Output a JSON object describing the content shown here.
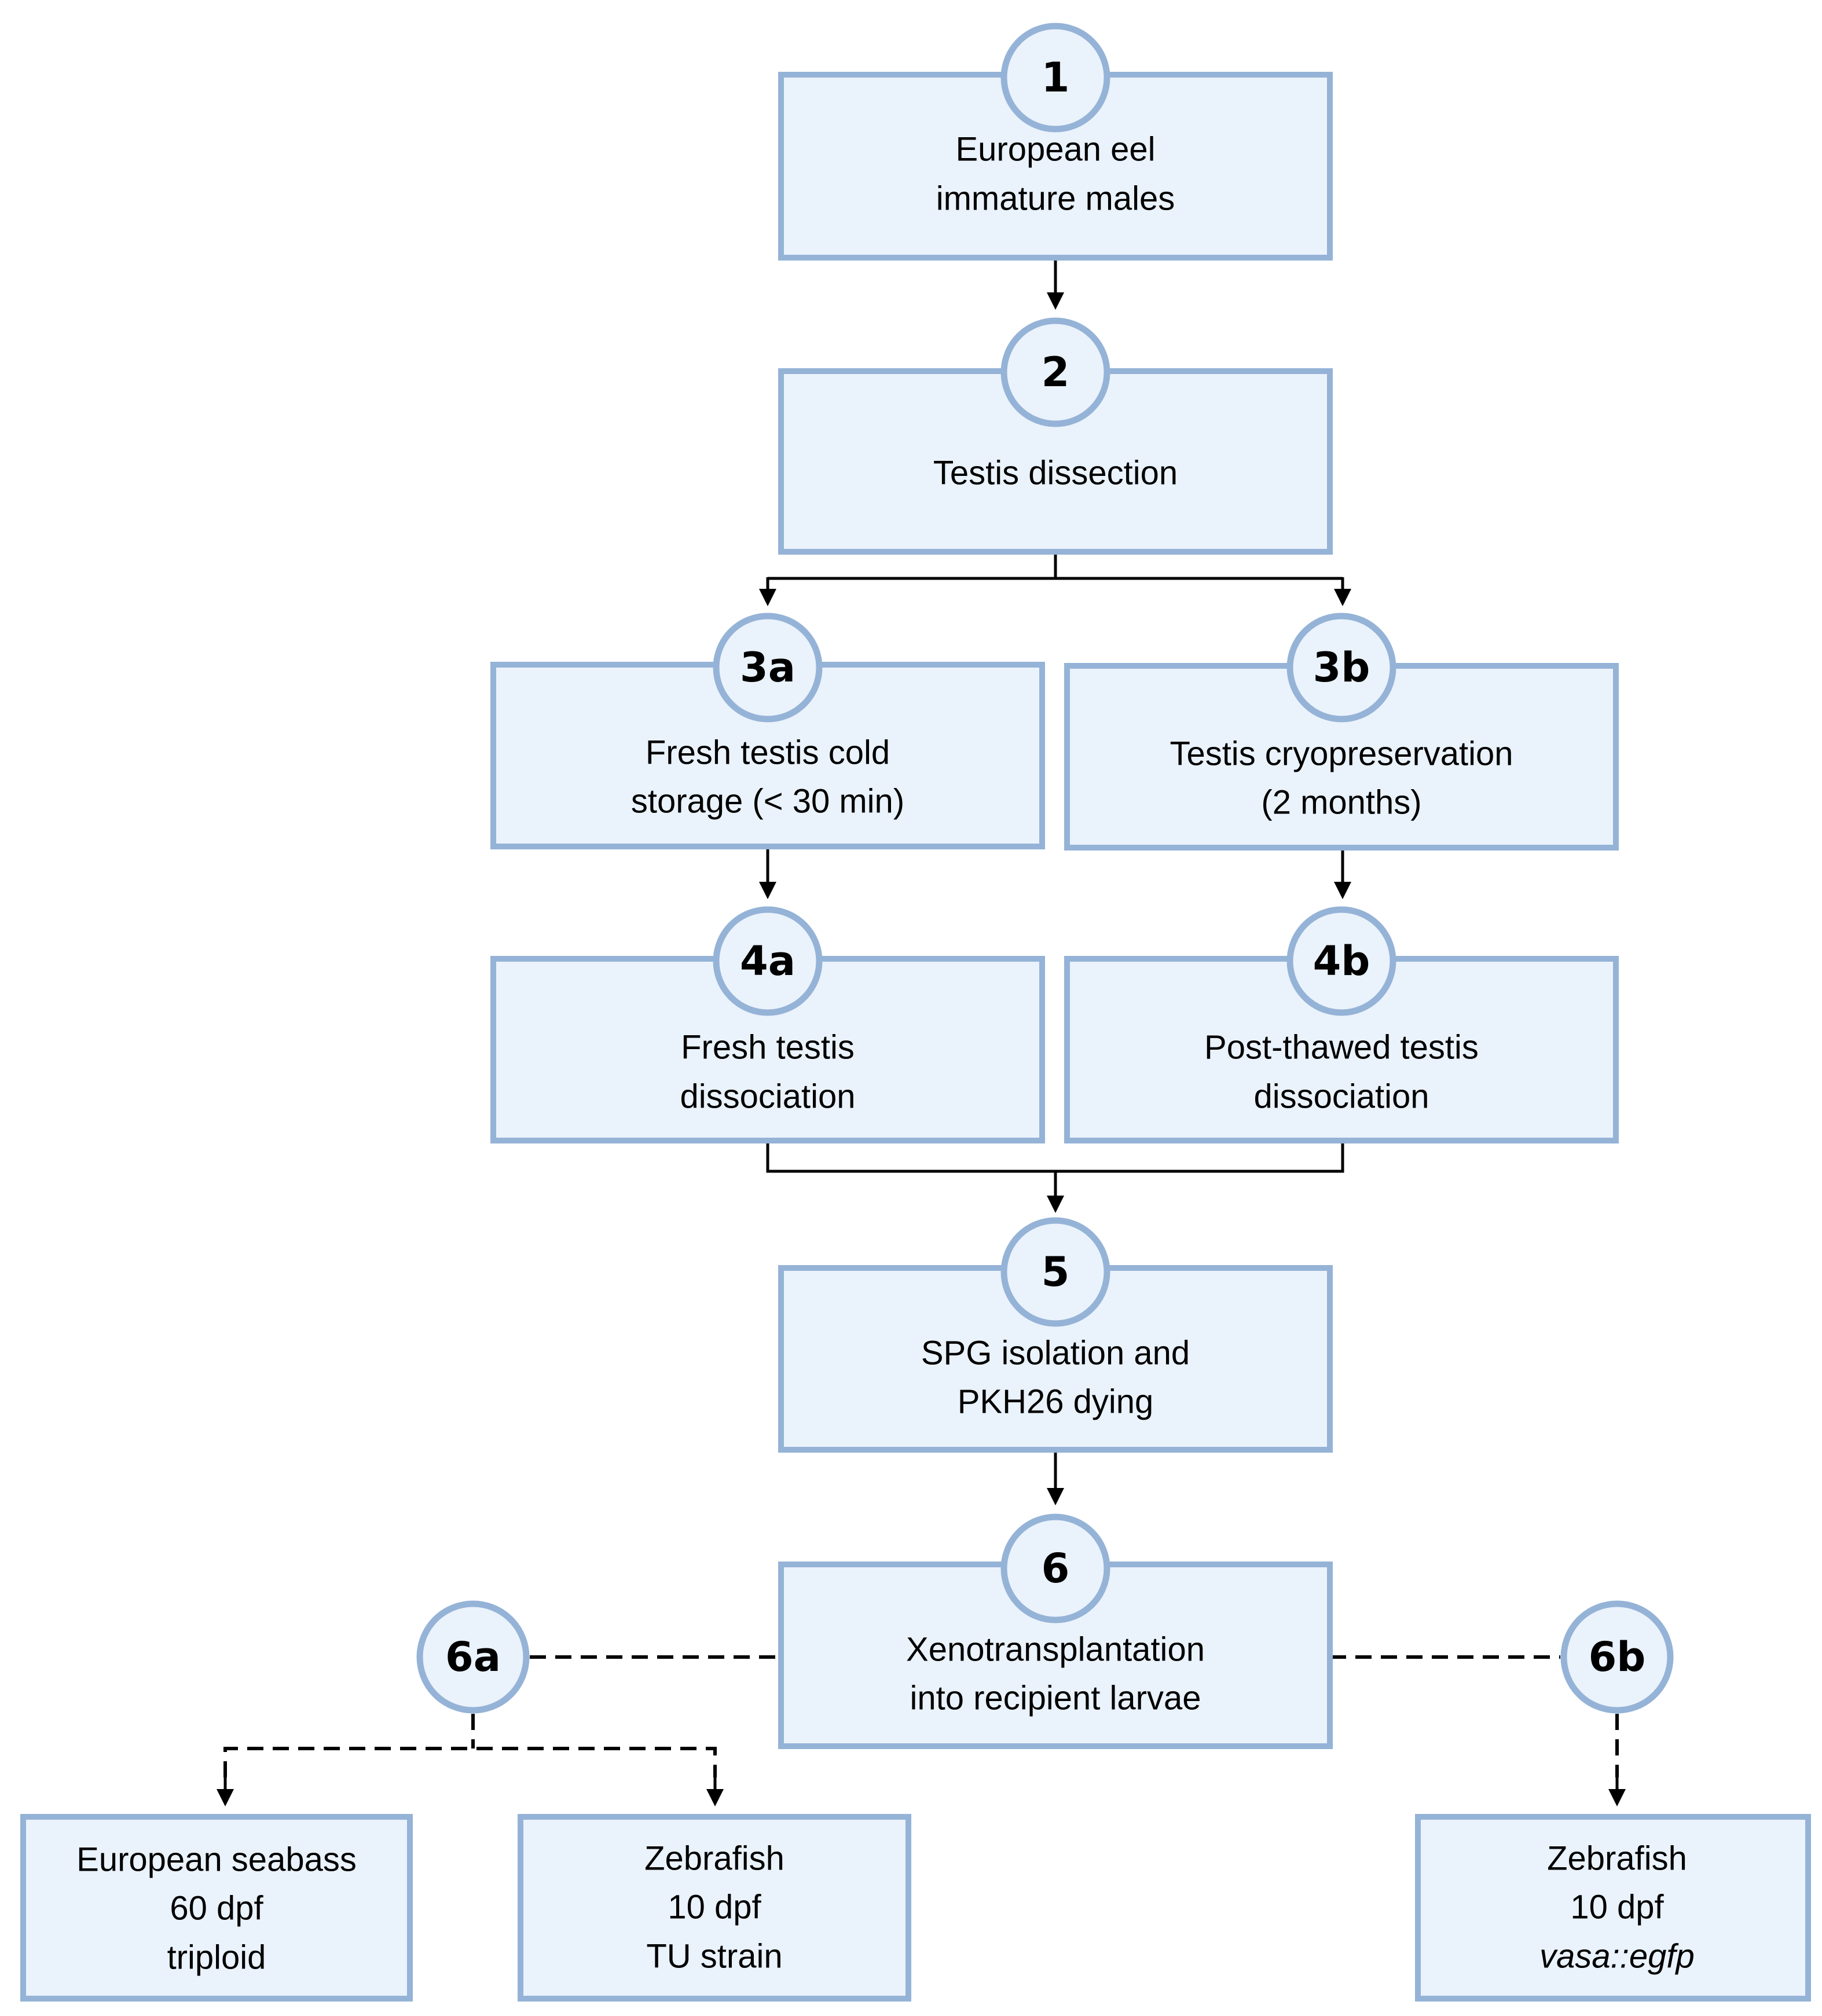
{
  "colors": {
    "box_fill": "#eaf2fb",
    "box_border": "#95b3d7",
    "line": "#000000"
  },
  "steps": {
    "s1": {
      "num": "1",
      "lines": [
        "European eel",
        "immature males"
      ]
    },
    "s2": {
      "num": "2",
      "lines": [
        "Testis dissection"
      ]
    },
    "s3a": {
      "num": "3a",
      "lines": [
        "Fresh testis cold",
        "storage (< 30 min)"
      ]
    },
    "s3b": {
      "num": "3b",
      "lines": [
        "Testis cryopreservation",
        "(2 months)"
      ]
    },
    "s4a": {
      "num": "4a",
      "lines": [
        "Fresh testis",
        "dissociation"
      ]
    },
    "s4b": {
      "num": "4b",
      "lines": [
        "Post-thawed testis",
        "dissociation"
      ]
    },
    "s5": {
      "num": "5",
      "lines": [
        "SPG isolation and",
        "PKH26 dying"
      ]
    },
    "s6": {
      "num": "6",
      "lines": [
        "Xenotransplantation",
        "into recipient larvae"
      ]
    },
    "s6a": {
      "num": "6a"
    },
    "s6b": {
      "num": "6b"
    }
  },
  "recipients": [
    {
      "lines": [
        "European seabass",
        "60 dpf",
        "triploid"
      ]
    },
    {
      "lines": [
        "Zebrafish",
        "10 dpf",
        "TU strain"
      ]
    },
    {
      "lines": [
        "Zebrafish",
        "10 dpf",
        "vasa::egfp"
      ]
    }
  ]
}
